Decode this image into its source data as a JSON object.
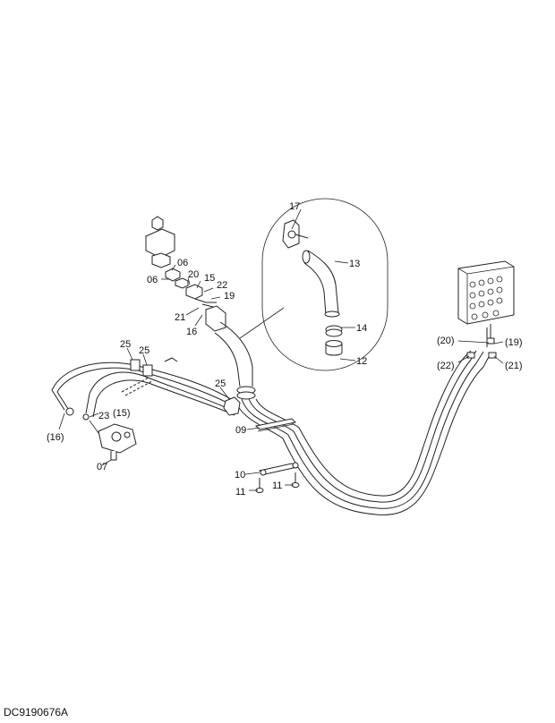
{
  "diagram": {
    "drawing_code": "DC9190676A",
    "callouts": {
      "c01": "17",
      "c02": "13",
      "c03": "14",
      "c04": "12",
      "c05": "06",
      "c06": "06",
      "c07": "20",
      "c08": "15",
      "c09": "22",
      "c10": "19",
      "c11": "21",
      "c12": "16",
      "c13": "25",
      "c14": "25",
      "c15": "25",
      "c16": "23",
      "c17": "(15)",
      "c18": "(16)",
      "c19": "07",
      "c20": "09",
      "c21": "10",
      "c22": "11",
      "c23": "11",
      "c24": "(20)",
      "c25": "(19)",
      "c26": "(22)",
      "c27": "(21)"
    }
  }
}
